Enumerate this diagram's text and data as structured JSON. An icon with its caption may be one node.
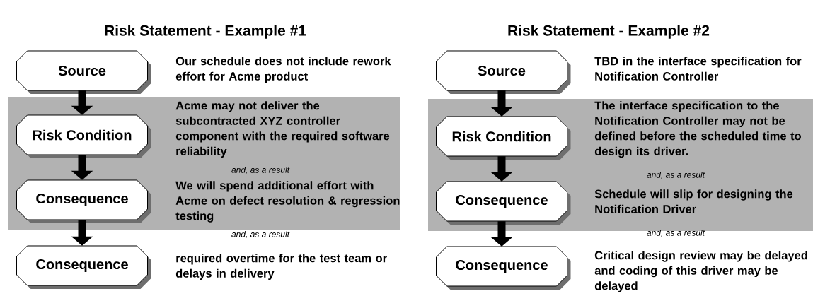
{
  "diagram": {
    "nodes": [
      {
        "text": [
          "Source"
        ],
        "beside": [
          "Our schedule does not include rework effort for Acme product"
        ]
      },
      {
        "text": [],
        "shape": "band"
      },
      {
        "text": [
          "Risk Condition"
        ],
        "in": 1,
        "beside": [
          "Acme may not deliver the subcontracted XYZ controller component with the required software reliability"
        ]
      },
      {
        "text": [
          "Consequence"
        ],
        "in": 1,
        "beside": [
          "We will spend additional effort with Acme on defect resolution & regression testing"
        ]
      },
      {
        "text": [
          "Consequence"
        ],
        "beside": [
          "required overtime for the test team or delays in delivery"
        ]
      },
      {
        "text": [
          "Source"
        ],
        "beside": [
          "TBD in the interface specification for Notification Controller"
        ]
      },
      {
        "text": [],
        "shape": "band"
      },
      {
        "text": [
          "Risk Condition"
        ],
        "in": 6,
        "beside": [
          "The interface specification to the Notification Controller may not be defined before the scheduled time to design its driver."
        ]
      },
      {
        "text": [
          "Consequence"
        ],
        "in": 6,
        "beside": [
          "Schedule will slip for designing the Notification Driver"
        ]
      },
      {
        "text": [
          "Consequence"
        ],
        "beside": [
          "Critical design review may be delayed and coding of this driver may be delayed"
        ]
      }
    ],
    "edges": [
      {
        "from": 0,
        "to": 2,
        "arrow": "to"
      },
      {
        "from": 2,
        "to": 3,
        "arrow": "to"
      },
      {
        "from": 3,
        "to": 4,
        "arrow": "to"
      },
      {
        "from": 5,
        "to": 7,
        "arrow": "to"
      },
      {
        "from": 7,
        "to": 8,
        "arrow": "to"
      },
      {
        "from": 8,
        "to": 9,
        "arrow": "to"
      }
    ],
    "labels": [
      "Risk Statement - Example #1",
      "Risk Statement - Example #2",
      "and, as a result",
      "and, as a result",
      "and, as a result",
      "and, as a result"
    ]
  }
}
